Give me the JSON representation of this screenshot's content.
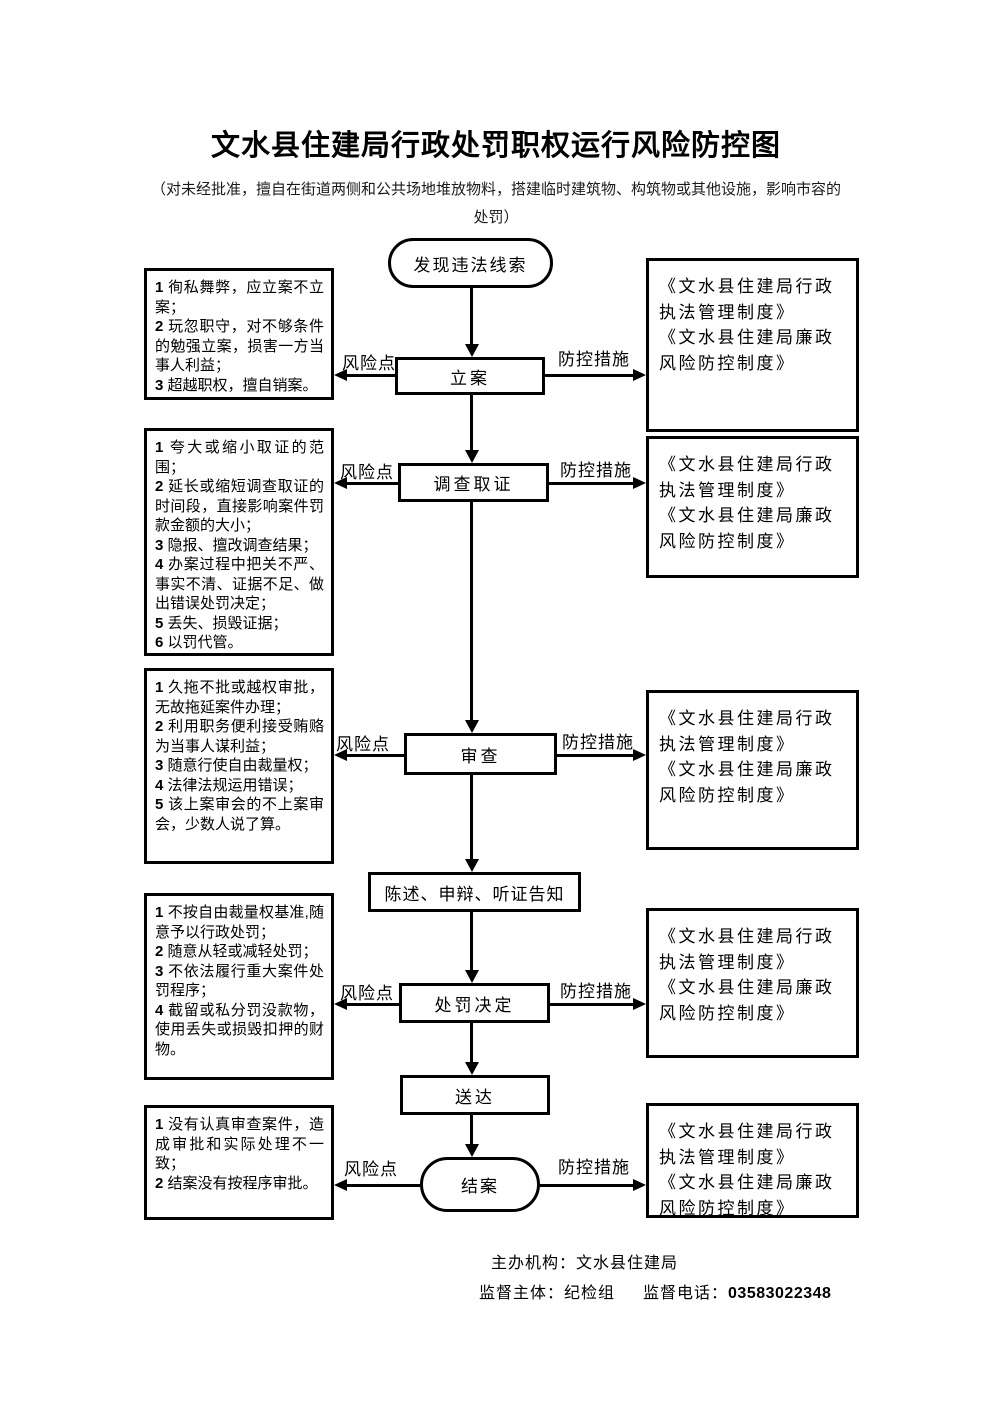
{
  "title": "文水县住建局行政处罚职权运行风险防控图",
  "subtitle": "（对未经批准，擅自在街道两侧和公共场地堆放物料，搭建临时建筑物、构筑物或其他设施，影响市容的处罚）",
  "labels": {
    "risk_point": "风险点",
    "control_measure": "防控措施"
  },
  "flow": {
    "start": "发现违法线索",
    "steps": [
      "立案",
      "调查取证",
      "审查",
      "陈述、申辩、听证告知",
      "处罚决定",
      "送达"
    ],
    "end": "结案"
  },
  "risk_boxes": [
    {
      "step": "立案",
      "items": [
        {
          "num": "1",
          "text": "徇私舞弊，应立案不立案；"
        },
        {
          "num": "2",
          "text": "玩忽职守，对不够条件的勉强立案，损害一方当事人利益；"
        },
        {
          "num": "3",
          "text": "超越职权，擅自销案。"
        }
      ]
    },
    {
      "step": "调查取证",
      "items": [
        {
          "num": "1",
          "text": "夸大或缩小取证的范围；"
        },
        {
          "num": "2",
          "text": "延长或缩短调查取证的时间段，直接影响案件罚款金额的大小；"
        },
        {
          "num": "3",
          "text": "隐报、擅改调查结果；"
        },
        {
          "num": "4",
          "text": "办案过程中把关不严、事实不清、证据不足、做出错误处罚决定；"
        },
        {
          "num": "5",
          "text": "丢失、损毁证据；"
        },
        {
          "num": "6",
          "text": "以罚代管。"
        }
      ]
    },
    {
      "step": "审查",
      "items": [
        {
          "num": "1",
          "text": "久拖不批或越权审批，无故拖延案件办理；"
        },
        {
          "num": "2",
          "text": "利用职务便利接受贿赂为当事人谋利益；"
        },
        {
          "num": "3",
          "text": "随意行使自由裁量权；"
        },
        {
          "num": "4",
          "text": "法律法规运用错误；"
        },
        {
          "num": "5",
          "text": "该上案审会的不上案审会，少数人说了算。"
        }
      ]
    },
    {
      "step": "处罚决定",
      "items": [
        {
          "num": "1",
          "text": "不按自由裁量权基准,随意予以行政处罚；"
        },
        {
          "num": "2",
          "text": "随意从轻或减轻处罚；"
        },
        {
          "num": "3",
          "text": "不依法履行重大案件处罚程序；"
        },
        {
          "num": "4",
          "text": "截留或私分罚没款物，使用丢失或损毁扣押的财物。"
        }
      ]
    },
    {
      "step": "结案",
      "items": [
        {
          "num": "1",
          "text": "没有认真审查案件，造成审批和实际处理不一致；"
        },
        {
          "num": "2",
          "text": "结案没有按程序审批。"
        }
      ]
    }
  ],
  "measure_boxes": [
    {
      "step": "立案",
      "lines": [
        "《文水县住建局行政执法管理制度》",
        "《文水县住建局廉政风险防控制度》"
      ]
    },
    {
      "step": "调查取证",
      "lines": [
        "《文水县住建局行政执法管理制度》",
        "《文水县住建局廉政风险防控制度》"
      ]
    },
    {
      "step": "审查",
      "lines": [
        "《文水县住建局行政执法管理制度》",
        "《文水县住建局廉政风险防控制度》"
      ]
    },
    {
      "step": "处罚决定",
      "lines": [
        "《文水县住建局行政执法管理制度》",
        "《文水县住建局廉政风险防控制度》"
      ]
    },
    {
      "step": "结案",
      "lines": [
        "《文水县住建局行政执法管理制度》",
        "《文水县住建局廉政风险防控制度》"
      ]
    }
  ],
  "footer": {
    "organizer": "主办机构：文水县住建局",
    "supervisor": "监督主体：纪检组",
    "phone_label": "监督电话：",
    "phone": "03583022348"
  },
  "colors": {
    "line": "#000000",
    "background": "#ffffff"
  }
}
